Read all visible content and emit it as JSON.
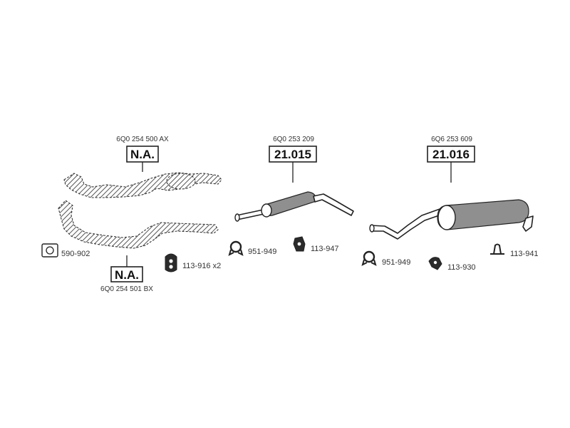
{
  "diagram": {
    "assemblies": [
      {
        "id": "front-pipe-upper",
        "oem": "6Q0 254 500 AX",
        "ref": "N.A."
      },
      {
        "id": "front-pipe-lower",
        "oem": "6Q0 254 501 BX",
        "ref": "N.A."
      },
      {
        "id": "middle-silencer",
        "oem": "6Q0 253 209",
        "ref": "21.015"
      },
      {
        "id": "rear-silencer",
        "oem": "6Q6 253 609",
        "ref": "21.016"
      }
    ],
    "parts": [
      {
        "id": "gasket",
        "code": "590-902"
      },
      {
        "id": "rubber-mount",
        "code": "113-916 x2"
      },
      {
        "id": "clamp-a",
        "code": "951-949"
      },
      {
        "id": "hanger-a",
        "code": "113-947"
      },
      {
        "id": "clamp-b",
        "code": "951-949"
      },
      {
        "id": "hanger-b",
        "code": "113-930"
      },
      {
        "id": "bracket",
        "code": "113-941"
      }
    ]
  }
}
